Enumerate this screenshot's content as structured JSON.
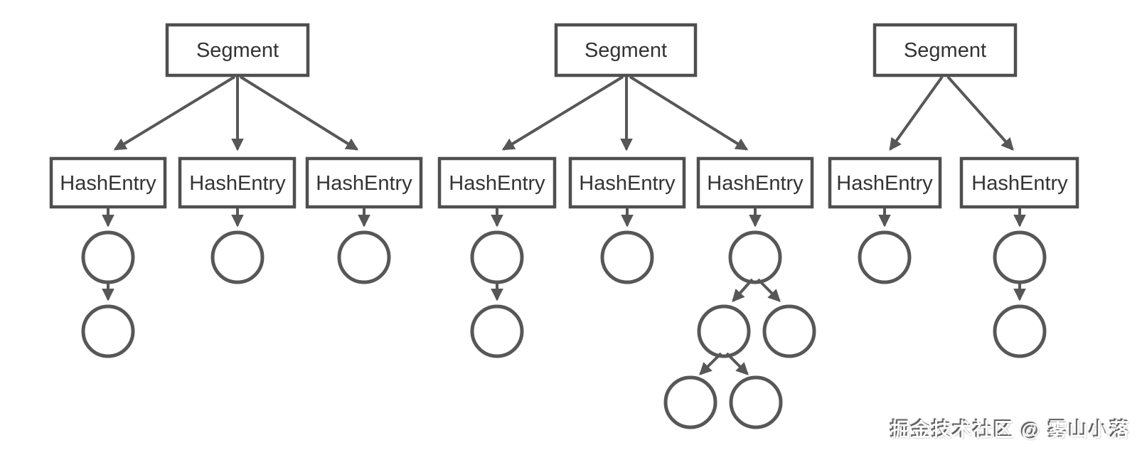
{
  "diagram": {
    "description": "ConcurrentHashMap segment structure: Segment boxes pointing to HashEntry buckets, each bucket holding linked-list or tree nodes drawn as empty circles",
    "segments": [
      {
        "label": "Segment",
        "hash_entries": [
          {
            "label": "HashEntry",
            "bucket": "chain of 2 nodes"
          },
          {
            "label": "HashEntry",
            "bucket": "single node"
          },
          {
            "label": "HashEntry",
            "bucket": "single node"
          }
        ]
      },
      {
        "label": "Segment",
        "hash_entries": [
          {
            "label": "HashEntry",
            "bucket": "chain of 2 nodes"
          },
          {
            "label": "HashEntry",
            "bucket": "single node"
          },
          {
            "label": "HashEntry",
            "bucket": "tree: root, 2 children, 2 grandchildren under left child"
          }
        ]
      },
      {
        "label": "Segment",
        "hash_entries": [
          {
            "label": "HashEntry",
            "bucket": "single node"
          },
          {
            "label": "HashEntry",
            "bucket": "chain of 2 nodes"
          }
        ]
      }
    ]
  },
  "watermark": {
    "text": "掘金技术社区 @ 雾山小落"
  },
  "colors": {
    "box_stroke": "#4f4f4f",
    "node_stroke": "#575757",
    "arrow": "#575757",
    "label_text": "#333333",
    "background": "#ffffff"
  }
}
